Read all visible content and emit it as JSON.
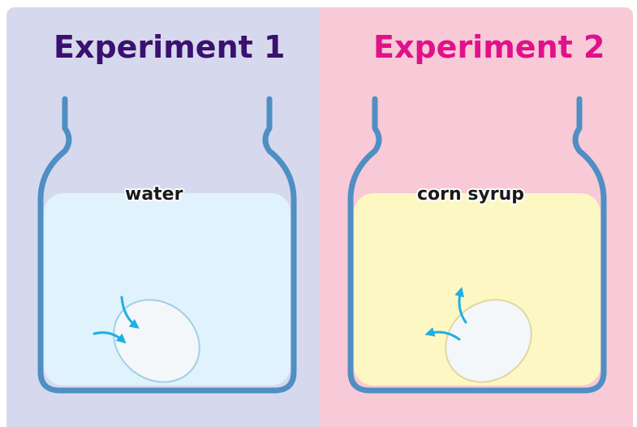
{
  "experiments": [
    {
      "title": "Experiment 1",
      "liquid": "water"
    },
    {
      "title": "Experiment 2",
      "liquid": "corn syrup"
    }
  ],
  "colors": {
    "panel_left_bg": "#d6d9ed",
    "panel_right_bg": "#f8c9d6",
    "title_left": "#3a1070",
    "title_right": "#e0118a",
    "jar_outline": "#4f8fc3",
    "water_fill": "#e0f2fb",
    "corn_syrup_fill": "#fdf7c3",
    "egg_fill": "#f4f7fa",
    "arrow": "#1fb0df"
  }
}
